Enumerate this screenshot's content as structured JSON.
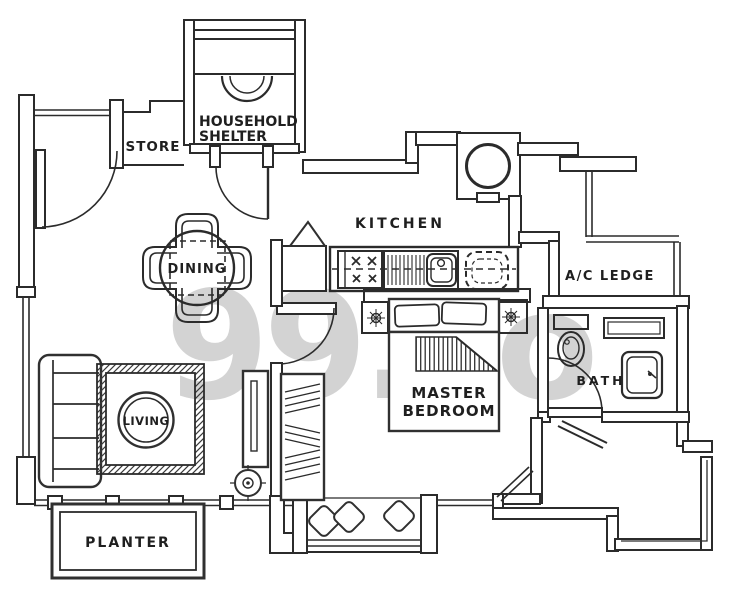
{
  "watermark": {
    "text": "99.co",
    "color": "#a9a9a9"
  },
  "colors": {
    "line": "#2b2b2b",
    "label": "#1f1f1f",
    "background": "#ffffff"
  },
  "rooms": {
    "store": {
      "label": "STORE"
    },
    "household_shelter": {
      "line1": "HOUSEHOLD",
      "line2": "SHELTER"
    },
    "kitchen": {
      "label": "KITCHEN"
    },
    "dining": {
      "label": "DINING"
    },
    "ac_ledge": {
      "label": "A/C LEDGE"
    },
    "living": {
      "label": "LIVING"
    },
    "master_bedroom": {
      "line1": "MASTER",
      "line2": "BEDROOM"
    },
    "bath": {
      "label": "BATH"
    },
    "planter": {
      "label": "PLANTER"
    }
  }
}
